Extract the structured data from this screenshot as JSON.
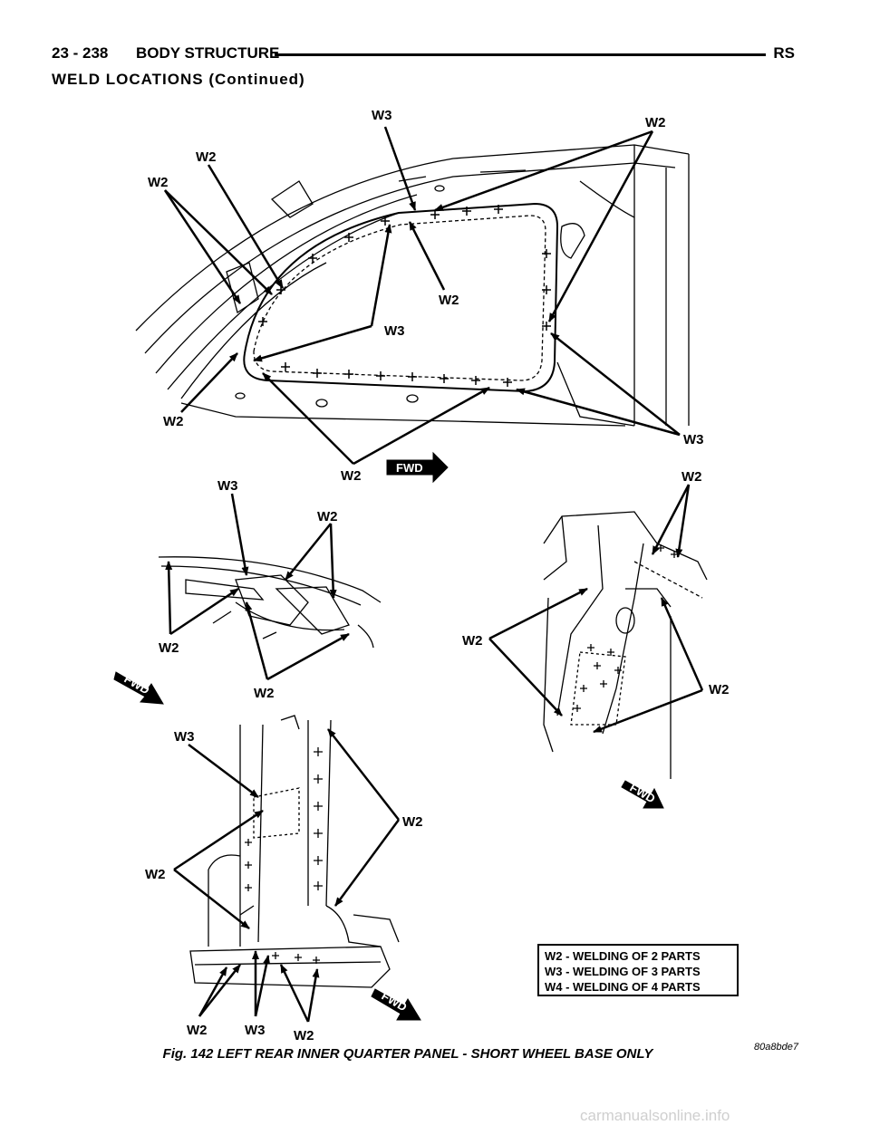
{
  "header": {
    "page_number": "23 - 238",
    "section": "BODY STRUCTURE",
    "code": "RS"
  },
  "section_title": "WELD LOCATIONS (Continued)",
  "figure": {
    "callouts": {
      "view1": [
        "W3",
        "W2",
        "W2",
        "W2",
        "W2",
        "W3",
        "W2",
        "W2",
        "W3"
      ],
      "view2": [
        "W3",
        "W2",
        "W2",
        "W2"
      ],
      "view3": [
        "W2",
        "W2",
        "W2"
      ],
      "view4": [
        "W3",
        "W2",
        "W2",
        "W2",
        "W3",
        "W2"
      ]
    },
    "fwd_labels": [
      "FWD",
      "FWD",
      "FWD",
      "FWD"
    ],
    "legend": [
      "W2 - WELDING OF 2 PARTS",
      "W3 - WELDING OF 3 PARTS",
      "W4 - WELDING OF 4 PARTS"
    ],
    "code": "80a8bde7",
    "caption": "Fig. 142 LEFT REAR INNER QUARTER PANEL - SHORT WHEEL BASE ONLY"
  },
  "watermark": "carmanualsonline.info"
}
